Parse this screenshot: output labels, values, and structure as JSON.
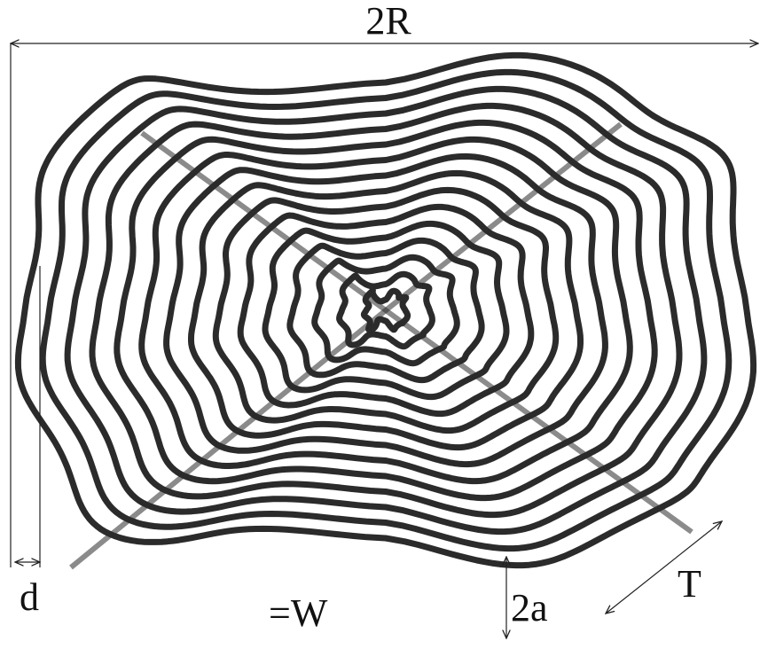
{
  "labels": {
    "diameter": "2R",
    "pitch": "d",
    "width": "=W",
    "amplitude": "2a",
    "thickness": "T"
  },
  "colors": {
    "coil": "#2b2b2b",
    "background": "#ffffff",
    "annotation": "#222222"
  }
}
